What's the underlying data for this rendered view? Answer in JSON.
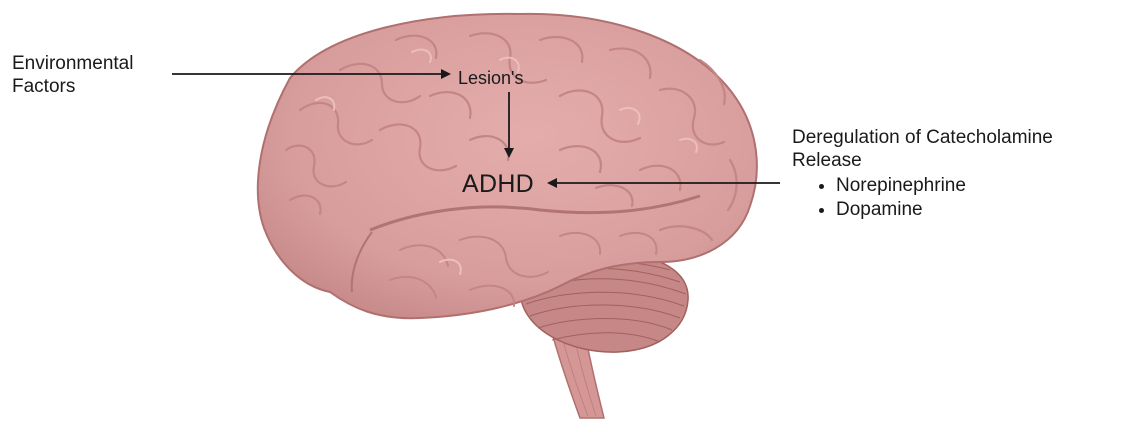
{
  "labels": {
    "environmental_factors": "Environmental Factors",
    "lesions": "Lesion's",
    "adhd": "ADHD",
    "deregulation_title": "Deregulation of Catecholamine Release",
    "catecholamines": [
      "Norepinephrine",
      "Dopamine"
    ]
  },
  "colors": {
    "brain_fill": "#d9a1a0",
    "brain_shadow": "#b97a7a",
    "brain_highlight": "#eec2c0",
    "brain_outline": "#b0706f",
    "gyri_line": "#c48685",
    "cerebellum_fill": "#c58886",
    "cerebellum_line": "#a2605f",
    "brainstem_fill": "#d49796",
    "arrow": "#1a1a1a",
    "text": "#1a1a1a"
  },
  "icons": {
    "brain": "brain-illustration"
  }
}
